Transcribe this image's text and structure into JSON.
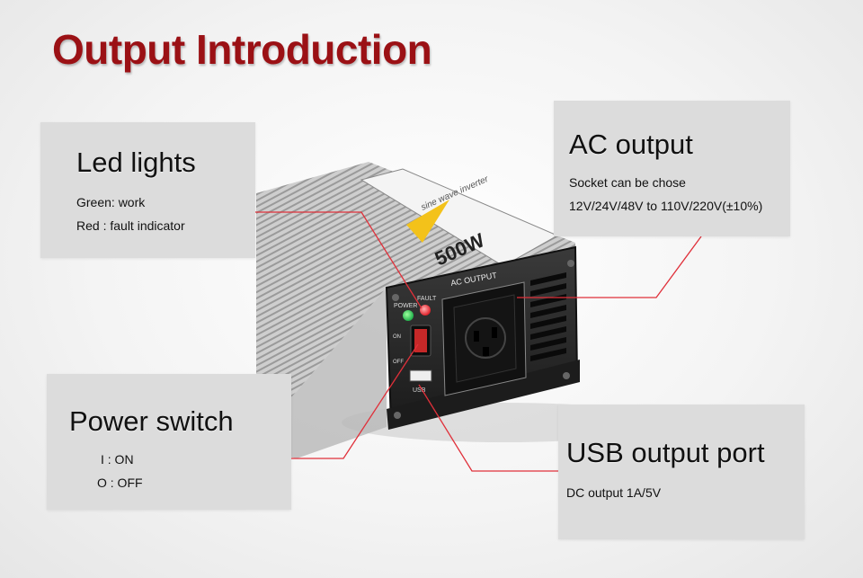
{
  "title": "Output Introduction",
  "cards": {
    "led": {
      "heading": "Led lights",
      "lines": [
        "Green: work",
        "Red : fault indicator"
      ]
    },
    "ac": {
      "heading": "AC output",
      "lines": [
        "Socket can be chose",
        "12V/24V/48V to 110V/220V(±10%)"
      ]
    },
    "power": {
      "heading": "Power switch",
      "lines": [
        "I : ON",
        "O : OFF"
      ]
    },
    "usb": {
      "heading": "USB output port",
      "lines": [
        "DC output 1A/5V"
      ]
    }
  },
  "device": {
    "panel_label": "AC OUTPUT",
    "power_led_label": "POWER",
    "fault_led_label": "FAULT",
    "switch_on_label": "ON",
    "switch_off_label": "OFF",
    "usb_label": "USB",
    "rating": "500W",
    "type_text": "sine wave inverter"
  },
  "colors": {
    "title": "#9b1115",
    "card_bg": "#dcdcdc",
    "callout_line": "#e0303a",
    "led_green": "#22b14c",
    "led_red": "#e0212a"
  }
}
